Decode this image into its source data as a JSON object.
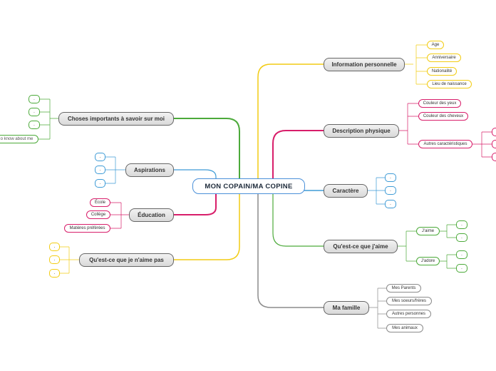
{
  "central": "MON COPAIN/MA COPINE",
  "colors": {
    "yellow": "#f2cc14",
    "pink": "#d81e6a",
    "blue": "#3e9bd6",
    "green": "#4caa3a",
    "gray": "#8c8c8c"
  },
  "right": {
    "info": {
      "label": "Information personnelle",
      "items": [
        "Age",
        "Anniversaire",
        "Nationalité",
        "Lieu de naissance"
      ]
    },
    "desc": {
      "label": "Description physique",
      "items": [
        "Couleur des yeux",
        "Couleur des cheveux",
        "Autres caractéristiques"
      ]
    },
    "caractere": {
      "label": "Caractère",
      "items": [
        ".",
        ".",
        "."
      ]
    },
    "quest": {
      "label": "Qu'est-ce que j'aime",
      "jaime": "J'aime",
      "jadore": "J'adore",
      "leaves": [
        ".",
        ".",
        ".",
        "."
      ]
    },
    "famille": {
      "label": "Ma famille",
      "items": [
        "Mes Parents",
        "Mes soeurs/frères",
        "Autres personnes",
        "Mes animaux"
      ]
    }
  },
  "left": {
    "choses": {
      "label": "Choses importants à savoir sur moi",
      "items": [
        ".",
        ".",
        ".",
        "o know about me"
      ]
    },
    "aspirations": {
      "label": "Aspirations",
      "items": [
        ".",
        ".",
        "."
      ]
    },
    "education": {
      "label": "Éducation",
      "items": [
        "École",
        "Collège",
        "Matières préférées"
      ]
    },
    "naimepas": {
      "label": "Qu'est-ce que je n'aime pas",
      "items": [
        ".",
        ".",
        "."
      ]
    }
  }
}
